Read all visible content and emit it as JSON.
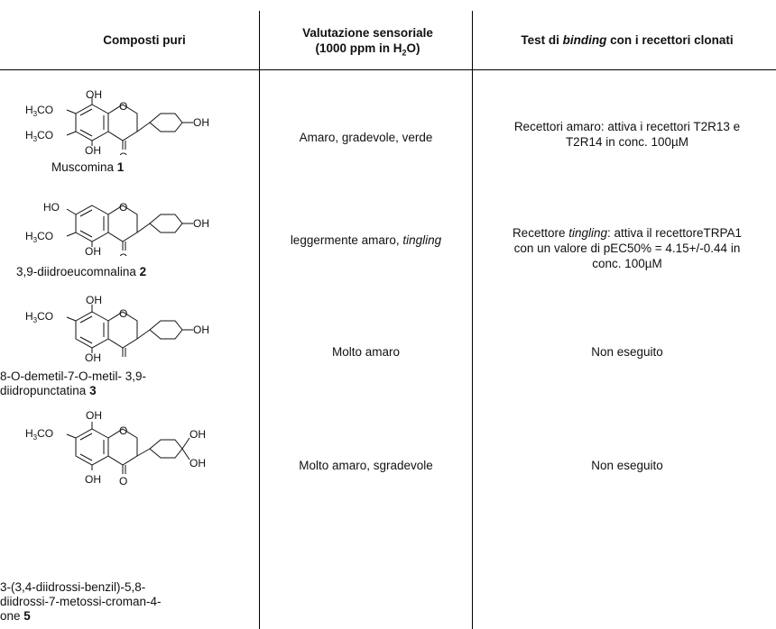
{
  "headers": {
    "col1": "Composti puri",
    "col2_line1": "Valutazione sensoriale",
    "col2_line2_pre": "(1000 ppm in H",
    "col2_line2_sub": "2",
    "col2_line2_post": "O)",
    "col3_pre": "Test di ",
    "col3_italic": "binding",
    "col3_post": " con i recettori clonati"
  },
  "rows": [
    {
      "name_pre": "Muscomina ",
      "name_num": "1",
      "sensory": "Amaro, gradevole, verde",
      "binding_line1": "Recettori amaro: attiva i recettori T2R13 e",
      "binding_line2": "T2R14 in conc. 100µM"
    },
    {
      "name_pre": "3,9-diidroeucomnalina ",
      "name_num": "2",
      "sensory_pre": "leggermente amaro, ",
      "sensory_italic": "tingling",
      "binding_pre": "Recettore ",
      "binding_italic": "tingling",
      "binding_post": ": attiva il recettoreTRPA1",
      "binding_line2": "con un valore di pEC50% = 4.15+/-0.44 in",
      "binding_line3": "conc. 100µM"
    },
    {
      "name_line1": "8-O-demetil-7-O-metil- 3,9-",
      "name_line2_pre": "diidropunctatina ",
      "name_num": "3",
      "sensory": "Molto amaro",
      "binding": "Non eseguito"
    },
    {
      "name_line1": "3-(3,4-diidrossi-benzil)-5,8-",
      "name_line2": "diidrossi-7-metossi-croman-4-",
      "name_line3_pre": "one ",
      "name_num": "5",
      "sensory": "Molto amaro, sgradevole",
      "binding": "Non eseguito"
    }
  ],
  "chem_labels": {
    "oh": "OH",
    "ho": "HO",
    "o": "O",
    "h3c": "H",
    "sub3": "3",
    "co": "CO"
  }
}
